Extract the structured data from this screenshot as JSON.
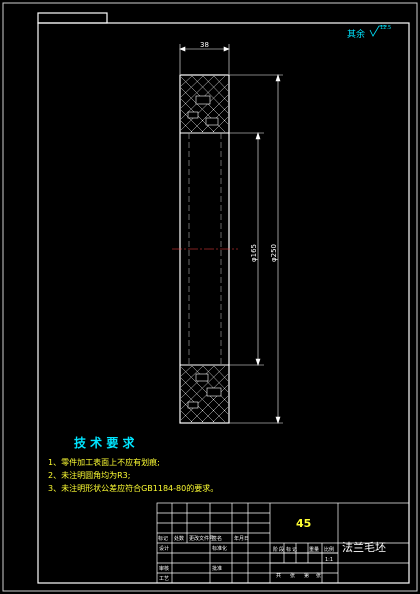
{
  "roughness": {
    "label": "其余",
    "value": "12.5"
  },
  "dimensions": {
    "width": "38",
    "inner_diameter": "φ165",
    "outer_diameter": "φ250"
  },
  "tech": {
    "title": "技 术 要 求",
    "items": [
      "1、零件加工表面上不应有划痕;",
      "2、未注明圆角均为R3;",
      "3、未注明形状公差应符合GB1184-80的要求。"
    ]
  },
  "title_block": {
    "material": "45",
    "part_name": "法兰毛坯",
    "header_cells": [
      "标记",
      "处数",
      "更改文件号",
      "签名",
      "年月日"
    ],
    "left_labels": [
      "设计",
      "审核",
      "工艺"
    ],
    "mid_labels": [
      "标准化",
      "批准"
    ],
    "stage_labels": [
      "阶",
      "段",
      "标",
      "记",
      "重量",
      "比例"
    ],
    "scale": "1:1",
    "sheet_labels": [
      "共",
      "张",
      "第",
      "张"
    ]
  }
}
